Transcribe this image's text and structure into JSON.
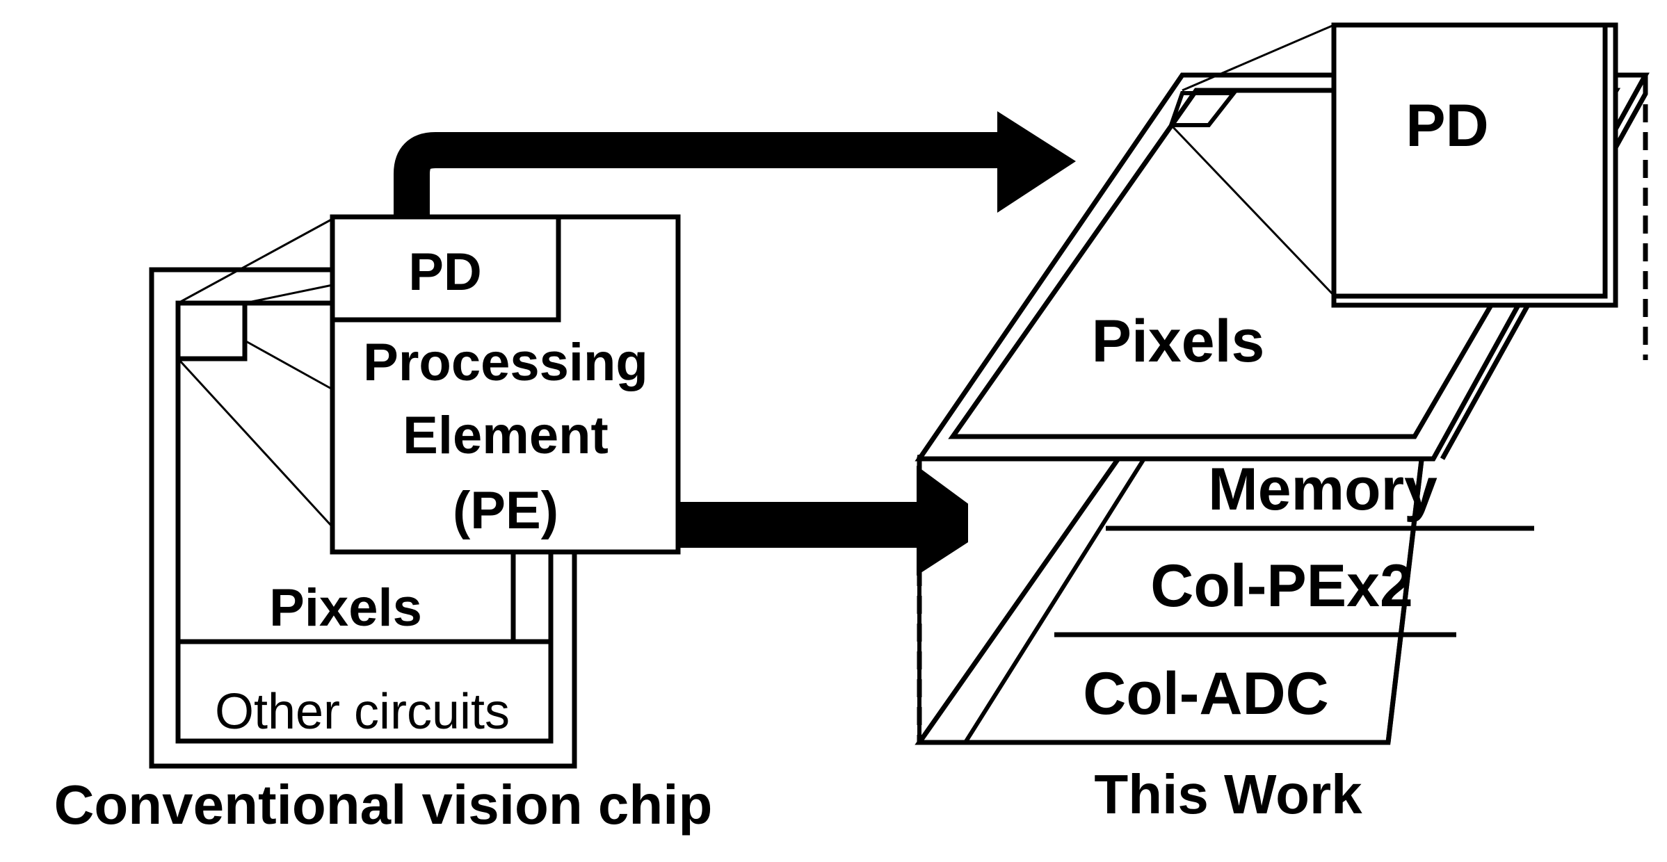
{
  "conventional": {
    "caption": "Conventional vision chip",
    "pe_box": {
      "pd_label": "PD",
      "pe_line1": "Processing",
      "pe_line2": "Element",
      "pe_line3": "(PE)"
    },
    "pixels_label": "Pixels",
    "other_label": "Other circuits"
  },
  "this_work": {
    "caption": "This Work",
    "pd_label": "PD",
    "pixels_label": "Pixels",
    "layers": [
      "Memory",
      "Col-PEx2",
      "Col-ADC"
    ]
  },
  "colors": {
    "stroke": "#000000",
    "background": "#ffffff"
  }
}
